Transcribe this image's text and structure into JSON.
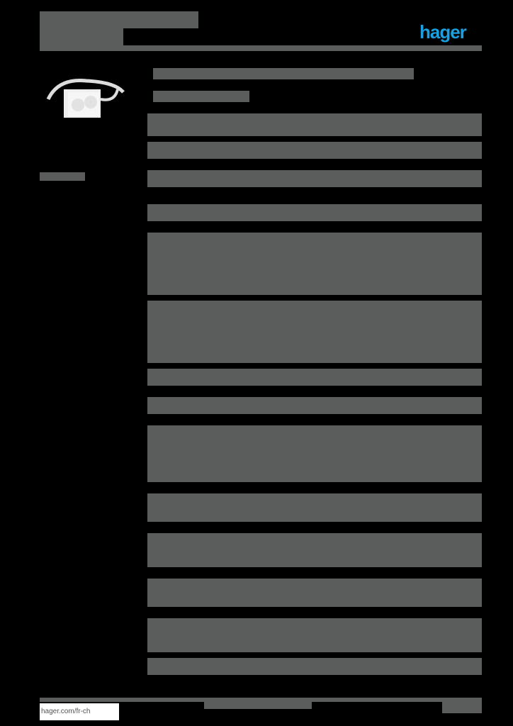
{
  "header": {
    "title_redacted": true,
    "logo_text": "hager",
    "logo_color": "#1aa0e0"
  },
  "product": {
    "image": "double-socket-with-cable"
  },
  "content": {
    "redacted": true,
    "block_color": "#5b5c5c"
  },
  "footer": {
    "url": "hager.com/fr-ch"
  }
}
